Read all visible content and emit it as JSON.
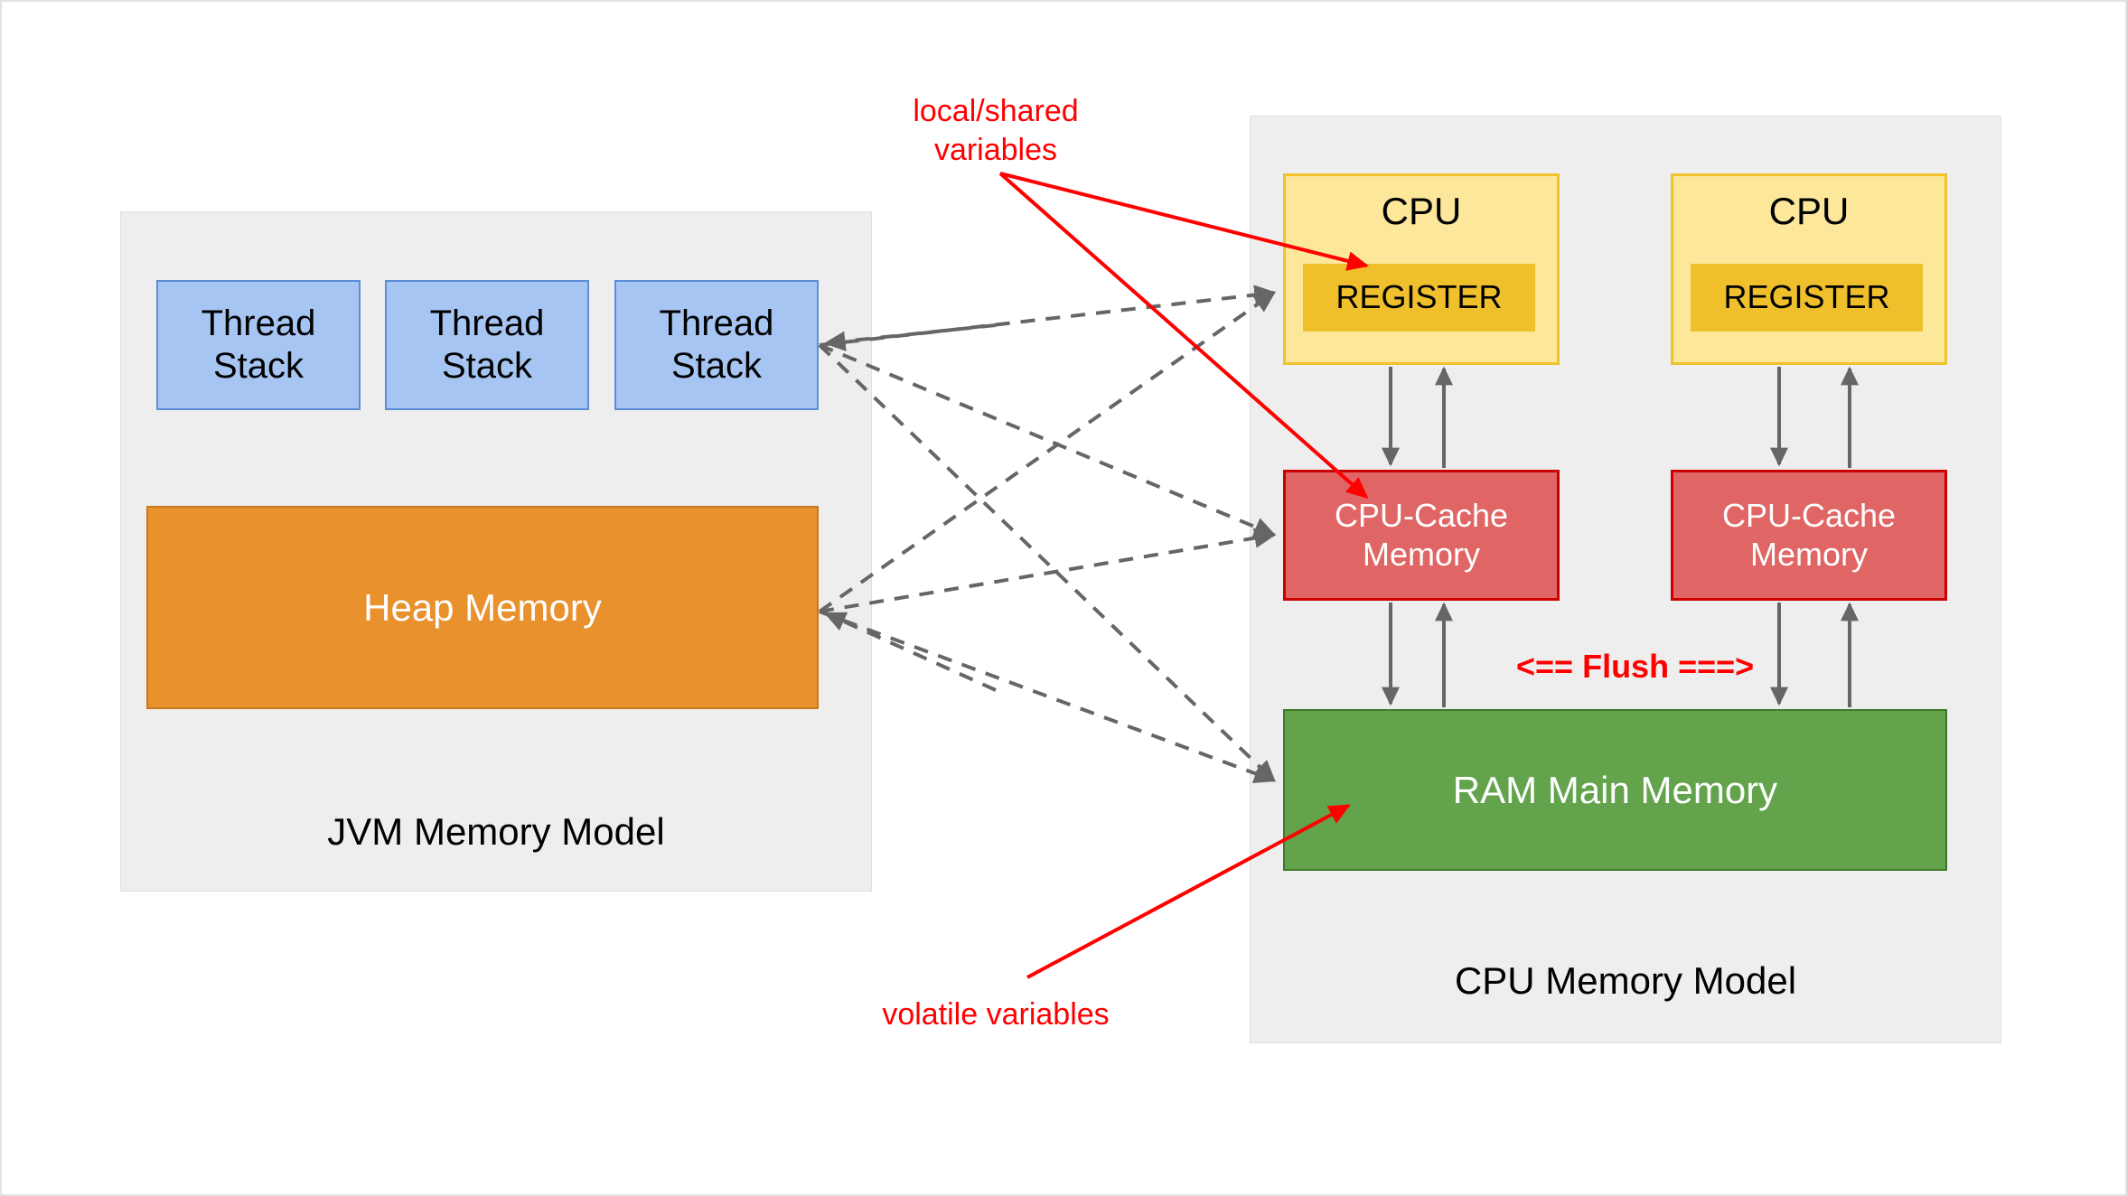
{
  "diagram": {
    "title_jvm": "JVM Memory Model",
    "title_cpu": "CPU Memory Model"
  },
  "jvm": {
    "panel_title": "JVM Memory Model",
    "thread_stacks": [
      {
        "label": "Thread\nStack"
      },
      {
        "label": "Thread\nStack"
      },
      {
        "label": "Thread\nStack"
      }
    ],
    "heap": {
      "label": "Heap Memory"
    }
  },
  "cpu_model": {
    "panel_title": "CPU Memory Model",
    "cpus": [
      {
        "label": "CPU",
        "register": "REGISTER",
        "cache": "CPU-Cache\nMemory"
      },
      {
        "label": "CPU",
        "register": "REGISTER",
        "cache": "CPU-Cache\nMemory"
      }
    ],
    "ram": {
      "label": "RAM Main Memory"
    },
    "flush_label": "<== Flush ===>"
  },
  "annotations": {
    "local_shared": "local/shared\nvariables",
    "volatile": "volatile variables"
  },
  "colors": {
    "panel_bg": "#eeeeee",
    "thread_stack_fill": "#a7c5f2",
    "thread_stack_stroke": "#5b8dd9",
    "heap_fill": "#e8912d",
    "heap_stroke": "#c8791f",
    "cpu_fill": "#fce79a",
    "cpu_stroke": "#f0c22b",
    "register_fill": "#efc02c",
    "cache_fill": "#e06666",
    "cache_stroke": "#cc0000",
    "ram_fill": "#62a34b",
    "ram_stroke": "#3d7a2a",
    "annotation_red": "#ff0000",
    "wire_gray": "#666666"
  }
}
